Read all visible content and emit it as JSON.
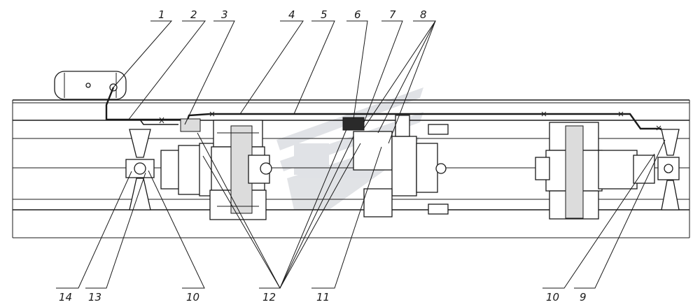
{
  "callouts": {
    "top": [
      {
        "id": "c1",
        "label": "1"
      },
      {
        "id": "c2",
        "label": "2"
      },
      {
        "id": "c3",
        "label": "3"
      },
      {
        "id": "c4",
        "label": "4"
      },
      {
        "id": "c5",
        "label": "5"
      },
      {
        "id": "c6",
        "label": "6"
      },
      {
        "id": "c7",
        "label": "7"
      },
      {
        "id": "c8",
        "label": "8"
      }
    ],
    "bottom": [
      {
        "id": "c14",
        "label": "14"
      },
      {
        "id": "c13",
        "label": "13"
      },
      {
        "id": "c10a",
        "label": "10"
      },
      {
        "id": "c12",
        "label": "12"
      },
      {
        "id": "c11",
        "label": "11"
      },
      {
        "id": "c10b",
        "label": "10"
      },
      {
        "id": "c9",
        "label": "9"
      }
    ]
  },
  "colors": {
    "ink": "#1a1a1a",
    "watermark": "#c8ccd2"
  }
}
